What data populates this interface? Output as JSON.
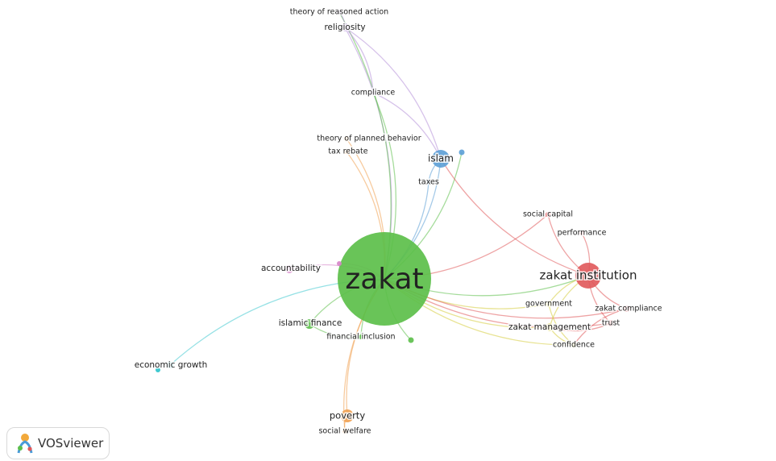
{
  "app": {
    "brand": "VOSviewer",
    "logo_icon": "vosviewer-logo-icon"
  },
  "clusters": {
    "red": "#e0585a",
    "green": "#5cbf4a",
    "blue": "#5b9fd6",
    "yellow": "#d5cc3a",
    "purple": "#b58fd8",
    "cyan": "#3fc9d0",
    "orange": "#f0a050",
    "pink": "#d684c8"
  },
  "nodes": [
    {
      "id": "zakat",
      "label": "zakat",
      "cluster": "green"
    },
    {
      "id": "zakat_institution",
      "label": "zakat institution",
      "cluster": "red"
    },
    {
      "id": "islam",
      "label": "islam",
      "cluster": "blue"
    },
    {
      "id": "taxes",
      "label": "taxes",
      "cluster": "blue"
    },
    {
      "id": "religiosity",
      "label": "religiosity",
      "cluster": "purple"
    },
    {
      "id": "theory_reasoned",
      "label": "theory of reasoned action",
      "cluster": "purple"
    },
    {
      "id": "compliance",
      "label": "compliance",
      "cluster": "purple"
    },
    {
      "id": "theory_planned",
      "label": "theory of planned behavior",
      "cluster": "orange"
    },
    {
      "id": "tax_rebate",
      "label": "tax rebate",
      "cluster": "orange"
    },
    {
      "id": "social_capital",
      "label": "social capital",
      "cluster": "red"
    },
    {
      "id": "performance",
      "label": "performance",
      "cluster": "red"
    },
    {
      "id": "accountability",
      "label": "accountability",
      "cluster": "pink"
    },
    {
      "id": "government",
      "label": "government",
      "cluster": "yellow"
    },
    {
      "id": "zakat_compliance",
      "label": "zakat compliance",
      "cluster": "red"
    },
    {
      "id": "zakat_management",
      "label": "zakat management",
      "cluster": "yellow"
    },
    {
      "id": "trust",
      "label": "trust",
      "cluster": "red"
    },
    {
      "id": "confidence",
      "label": "confidence",
      "cluster": "yellow"
    },
    {
      "id": "islamic_finance",
      "label": "islamic finance",
      "cluster": "green"
    },
    {
      "id": "financial_inclusion",
      "label": "financial inclusion",
      "cluster": "green"
    },
    {
      "id": "economic_growth",
      "label": "economic growth",
      "cluster": "cyan"
    },
    {
      "id": "poverty",
      "label": "poverty",
      "cluster": "orange"
    },
    {
      "id": "social_welfare",
      "label": "social welfare",
      "cluster": "orange"
    },
    {
      "id": "blue_small",
      "label": "",
      "cluster": "blue"
    },
    {
      "id": "green_small",
      "label": "",
      "cluster": "green"
    },
    {
      "id": "pink_small",
      "label": "",
      "cluster": "pink"
    }
  ],
  "edges": [
    [
      "zakat",
      "zakat_institution",
      "green"
    ],
    [
      "zakat",
      "islam",
      "blue"
    ],
    [
      "zakat",
      "taxes",
      "blue"
    ],
    [
      "zakat",
      "religiosity",
      "purple"
    ],
    [
      "zakat",
      "theory_reasoned",
      "green"
    ],
    [
      "zakat",
      "compliance",
      "green"
    ],
    [
      "zakat",
      "theory_planned",
      "orange"
    ],
    [
      "zakat",
      "tax_rebate",
      "orange"
    ],
    [
      "zakat",
      "social_capital",
      "red"
    ],
    [
      "zakat",
      "accountability",
      "pink"
    ],
    [
      "zakat",
      "government",
      "yellow"
    ],
    [
      "zakat",
      "zakat_management",
      "yellow"
    ],
    [
      "zakat",
      "confidence",
      "yellow"
    ],
    [
      "zakat",
      "trust",
      "red"
    ],
    [
      "zakat",
      "zakat_compliance",
      "red"
    ],
    [
      "zakat",
      "islamic_finance",
      "green"
    ],
    [
      "zakat",
      "financial_inclusion",
      "green"
    ],
    [
      "zakat",
      "economic_growth",
      "cyan"
    ],
    [
      "zakat",
      "poverty",
      "orange"
    ],
    [
      "zakat",
      "social_welfare",
      "orange"
    ],
    [
      "zakat",
      "blue_small",
      "green"
    ],
    [
      "zakat",
      "green_small",
      "green"
    ],
    [
      "zakat",
      "pink_small",
      "pink"
    ],
    [
      "islam",
      "zakat_institution",
      "red"
    ],
    [
      "islam",
      "religiosity",
      "purple"
    ],
    [
      "islam",
      "compliance",
      "purple"
    ],
    [
      "islam",
      "taxes",
      "blue"
    ],
    [
      "compliance",
      "religiosity",
      "purple"
    ],
    [
      "religiosity",
      "theory_reasoned",
      "purple"
    ],
    [
      "social_capital",
      "zakat_institution",
      "red"
    ],
    [
      "zakat_institution",
      "performance",
      "red"
    ],
    [
      "zakat_institution",
      "zakat_management",
      "yellow"
    ],
    [
      "zakat_institution",
      "government",
      "yellow"
    ],
    [
      "zakat_institution",
      "trust",
      "red"
    ],
    [
      "zakat_institution",
      "zakat_compliance",
      "red"
    ],
    [
      "zakat_management",
      "confidence",
      "yellow"
    ],
    [
      "zakat_management",
      "trust",
      "red"
    ],
    [
      "government",
      "confidence",
      "yellow"
    ],
    [
      "zakat_compliance",
      "confidence",
      "red"
    ],
    [
      "islamic_finance",
      "financial_inclusion",
      "green"
    ],
    [
      "poverty",
      "social_welfare",
      "orange"
    ]
  ]
}
